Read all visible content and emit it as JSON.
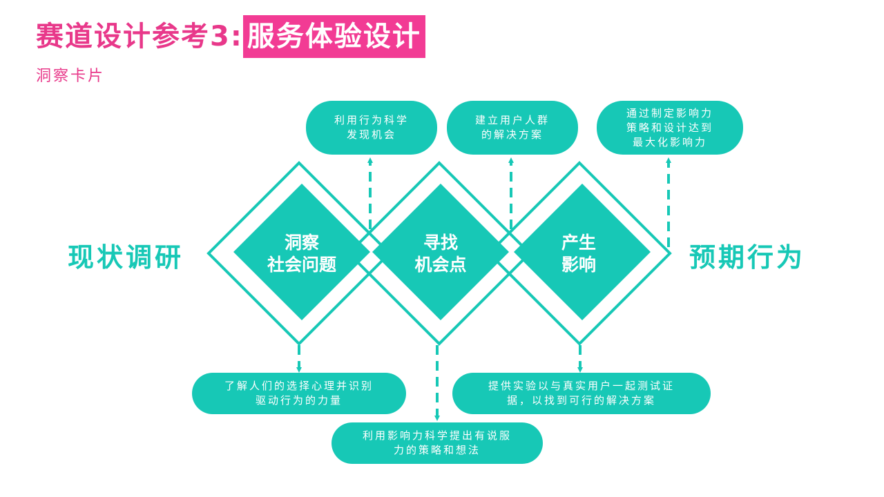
{
  "header": {
    "title_prefix": "赛道设计参考3:",
    "title_highlight": "服务体验设计",
    "subtitle": "洞察卡片"
  },
  "sides": {
    "left": "现状调研",
    "right": "预期行为"
  },
  "stages": [
    {
      "line1": "洞察",
      "line2": "社会问题"
    },
    {
      "line1": "寻找",
      "line2": "机会点"
    },
    {
      "line1": "产生",
      "line2": "影响"
    }
  ],
  "top_notes": [
    "利用行为科学\n发现机会",
    "建立用户人群\n的解决方案",
    "通过制定影响力\n策略和设计达到\n最大化影响力"
  ],
  "bottom_notes": [
    "了解人们的选择心理并识别\n驱动行为的力量",
    "利用影响力科学提出有说服\n力的策略和想法",
    "提供实验以与真实用户一起测试证\n据，以找到可行的解决方案"
  ],
  "colors": {
    "accent_pink": "#e8388a",
    "highlight_pink": "#f23b94",
    "teal": "#17c8b6"
  }
}
